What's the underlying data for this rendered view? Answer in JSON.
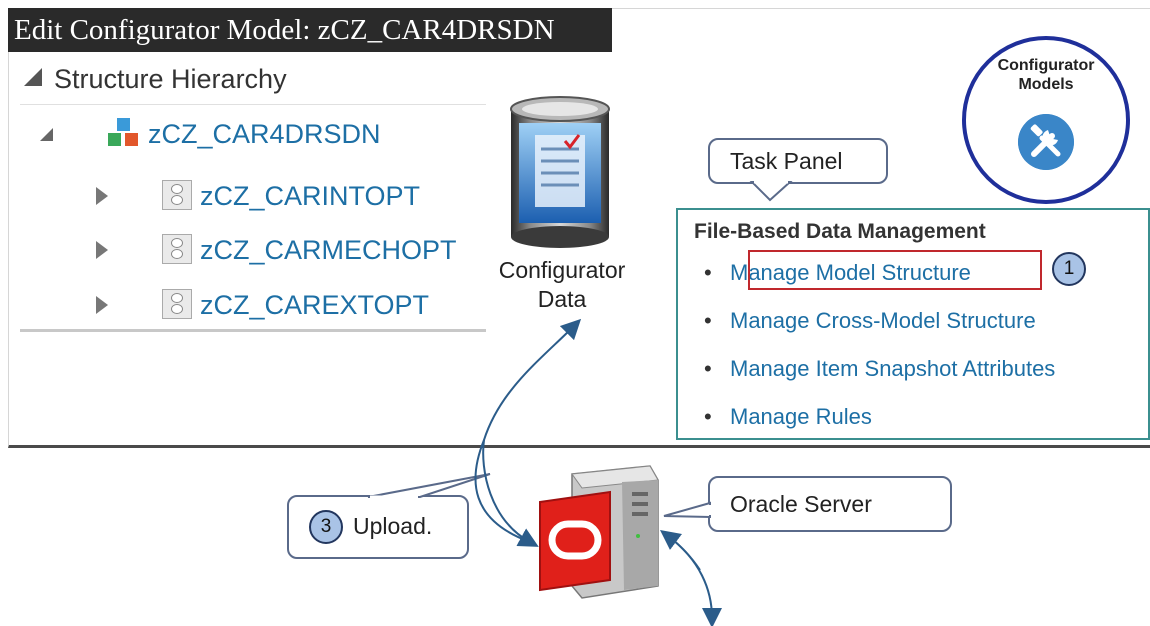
{
  "window": {
    "title": "Edit Configurator Model: zCZ_CAR4DRSDN"
  },
  "hierarchy": {
    "heading": "Structure Hierarchy",
    "root": {
      "label": "zCZ_CAR4DRSDN"
    },
    "children": [
      {
        "label": "zCZ_CARINTOPT"
      },
      {
        "label": "zCZ_CARMECHOPT"
      },
      {
        "label": "zCZ_CAREXTOPT"
      }
    ]
  },
  "configurator_data": {
    "line1": "Configurator",
    "line2": "Data"
  },
  "badge": {
    "line1": "Configurator",
    "line2": "Models",
    "icon": "tools-icon"
  },
  "task_panel": {
    "callout": "Task Panel",
    "section_title": "File-Based Data Management",
    "items": [
      {
        "label": "Manage Model Structure"
      },
      {
        "label": "Manage Cross-Model Structure"
      },
      {
        "label": "Manage Item Snapshot Attributes"
      },
      {
        "label": "Manage Rules"
      }
    ],
    "step": "1"
  },
  "upload": {
    "step": "3",
    "label": "Upload."
  },
  "server": {
    "label": "Oracle Server"
  },
  "colors": {
    "link": "#1d6fa5",
    "highlight": "#c0282d",
    "step_fill": "#a9c3e6",
    "badge_ring": "#1f2f9a",
    "panel_border": "#3b8f8f"
  }
}
